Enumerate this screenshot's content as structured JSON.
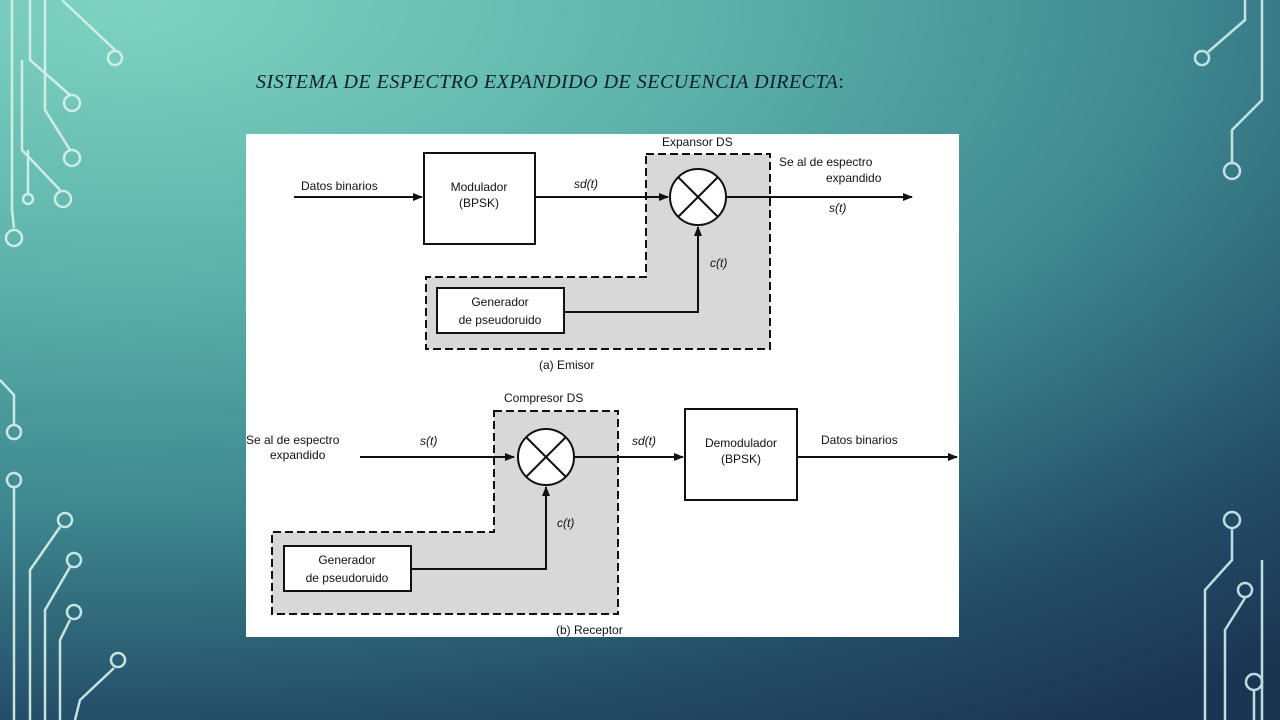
{
  "slide": {
    "title": "SISTEMA DE ESPECTRO EXPANDIDO DE SECUENCIA DIRECTA",
    "title_suffix": ":"
  },
  "emisor": {
    "caption": "(a) Emisor",
    "input_label": "Datos binarios",
    "modulator_line1": "Modulador",
    "modulator_line2": "(BPSK)",
    "signal_sd": "sd(t)",
    "expander_label": "Expansor DS",
    "output_line1": "Se al de espectro",
    "output_line2": "expandido",
    "output_signal": "s(t)",
    "code_signal": "c(t)",
    "generator_line1": "Generador",
    "generator_line2": "de pseudoruido"
  },
  "receptor": {
    "caption": "(b) Receptor",
    "compressor_label": "Compresor DS",
    "input_line1": "Se al de espectro",
    "input_line2": "expandido",
    "input_signal": "s(t)",
    "signal_sd": "sd(t)",
    "demodulator_line1": "Demodulador",
    "demodulator_line2": "(BPSK)",
    "output_label": "Datos binarios",
    "code_signal": "c(t)",
    "generator_line1": "Generador",
    "generator_line2": "de pseudoruido"
  },
  "colors": {
    "dashed_region_fill": "#d8d8d8",
    "decoration_stroke": "#d8f2ec",
    "decoration_stroke_right": "#cfeff0"
  }
}
